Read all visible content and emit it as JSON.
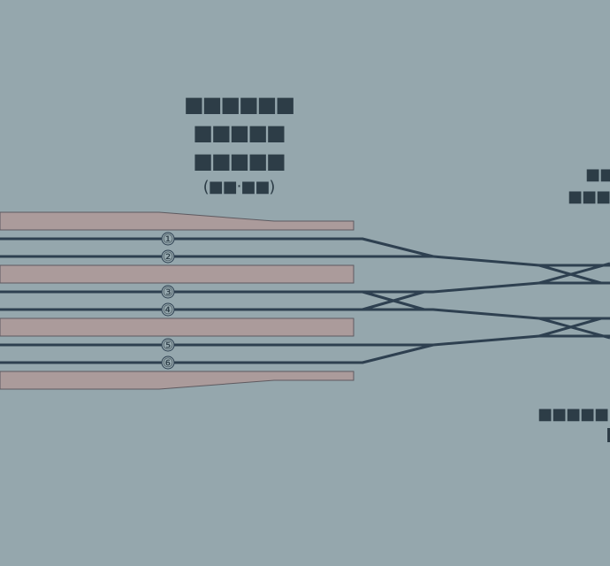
{
  "diagram": {
    "colors": {
      "background": "#95a7ad",
      "track": "#2e4050",
      "platform_fill": "#ab9b9b",
      "platform_stroke": "#5e5a60",
      "text_dark": "#2d3d47"
    },
    "station_name": {
      "line1": "■■■■■■",
      "line2": "■■■■■",
      "line3": "■■■■■",
      "sub": "(■■‧■■)"
    },
    "right_name": {
      "line1": "■■■",
      "line2": "■■■■"
    },
    "right_lower": {
      "line1": "■■■■■"
    },
    "tracks": [
      {
        "number": "①"
      },
      {
        "number": "②"
      },
      {
        "number": "③"
      },
      {
        "number": "④"
      },
      {
        "number": "⑤"
      },
      {
        "number": "⑥"
      }
    ]
  }
}
